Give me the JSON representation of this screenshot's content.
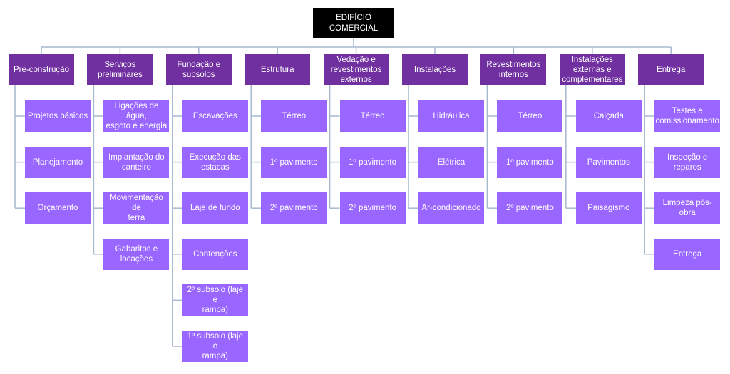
{
  "root": {
    "label": "EDIFÍCIO COMERCIAL"
  },
  "colors": {
    "root": "#000000",
    "category": "#7030a0",
    "leaf": "#9966ff",
    "connector": "#a5b9cf"
  },
  "categories": [
    {
      "label": "Pré-construção",
      "children": [
        "Projetos básicos",
        "Planejamento",
        "Orçamento"
      ]
    },
    {
      "label": "Serviços\npreliminares",
      "children": [
        "Ligações de água,\nesgoto e energia",
        "Implantação do\ncanteiro",
        "Movimentação de\nterra",
        "Gabaritos e\nlocações"
      ]
    },
    {
      "label": "Fundação e\nsubsolos",
      "children": [
        "Escavações",
        "Execução das\nestacas",
        "Laje de fundo",
        "Contenções",
        "2º subsolo (laje e\nrampa)",
        "1º subsolo (laje e\nrampa)"
      ]
    },
    {
      "label": "Estrutura",
      "children": [
        "Térreo",
        "1º pavimento",
        "2º pavimento"
      ]
    },
    {
      "label": "Vedação e\nrevestimentos\nexternos",
      "children": [
        "Térreo",
        "1º pavimento",
        "2º pavimento"
      ]
    },
    {
      "label": "Instalações",
      "children": [
        "Hidráulica",
        "Elétrica",
        "Ar-condicionado"
      ]
    },
    {
      "label": "Revestimentos\ninternos",
      "children": [
        "Térreo",
        "1º pavimento",
        "2º pavimento"
      ]
    },
    {
      "label": "Instalações\nexternas e\ncomplementares",
      "children": [
        "Calçada",
        "Pavimentos",
        "Paisagismo"
      ]
    },
    {
      "label": "Entrega",
      "children": [
        "Testes e\ncomissionamento",
        "Inspeção e\nreparos",
        "Limpeza pós-obra",
        "Entrega"
      ]
    }
  ]
}
